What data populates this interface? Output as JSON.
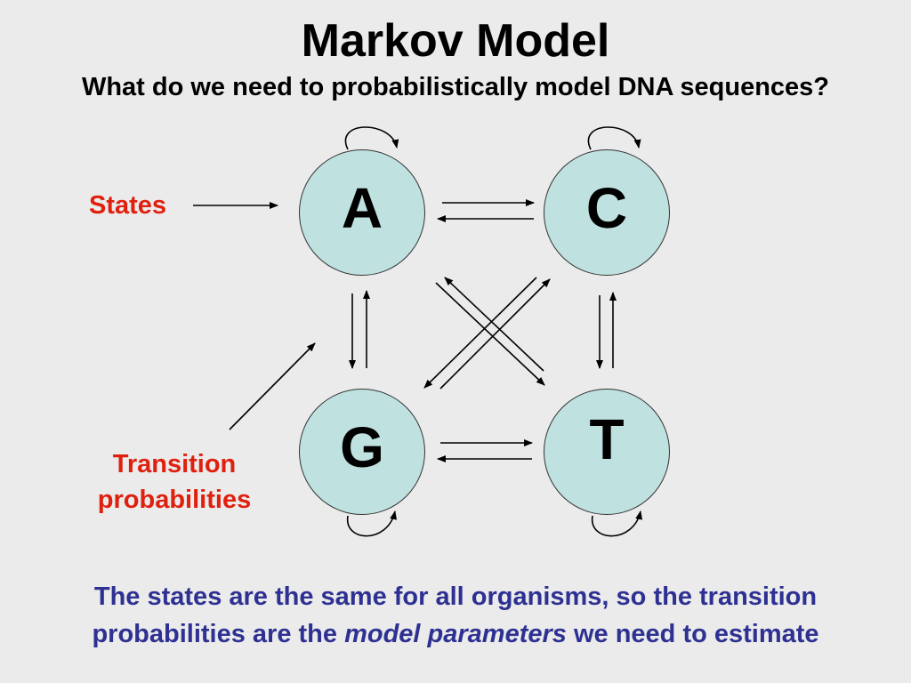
{
  "title": "Markov Model",
  "subtitle": "What do we need to probabilistically model DNA sequences?",
  "labels": {
    "states": "States",
    "transition_line1": "Transition",
    "transition_line2": "probabilities"
  },
  "states": [
    "A",
    "C",
    "G",
    "T"
  ],
  "footer": {
    "line1": "The states are the same for all organisms, so the transition",
    "line2_before": "probabilities are the ",
    "line2_emphasis": "model parameters",
    "line2_after": " we need to estimate"
  },
  "colors": {
    "background": "#ebebeb",
    "node_fill": "#bfe1e0",
    "label_red": "#e0200f",
    "footer_blue": "#2e3192"
  }
}
